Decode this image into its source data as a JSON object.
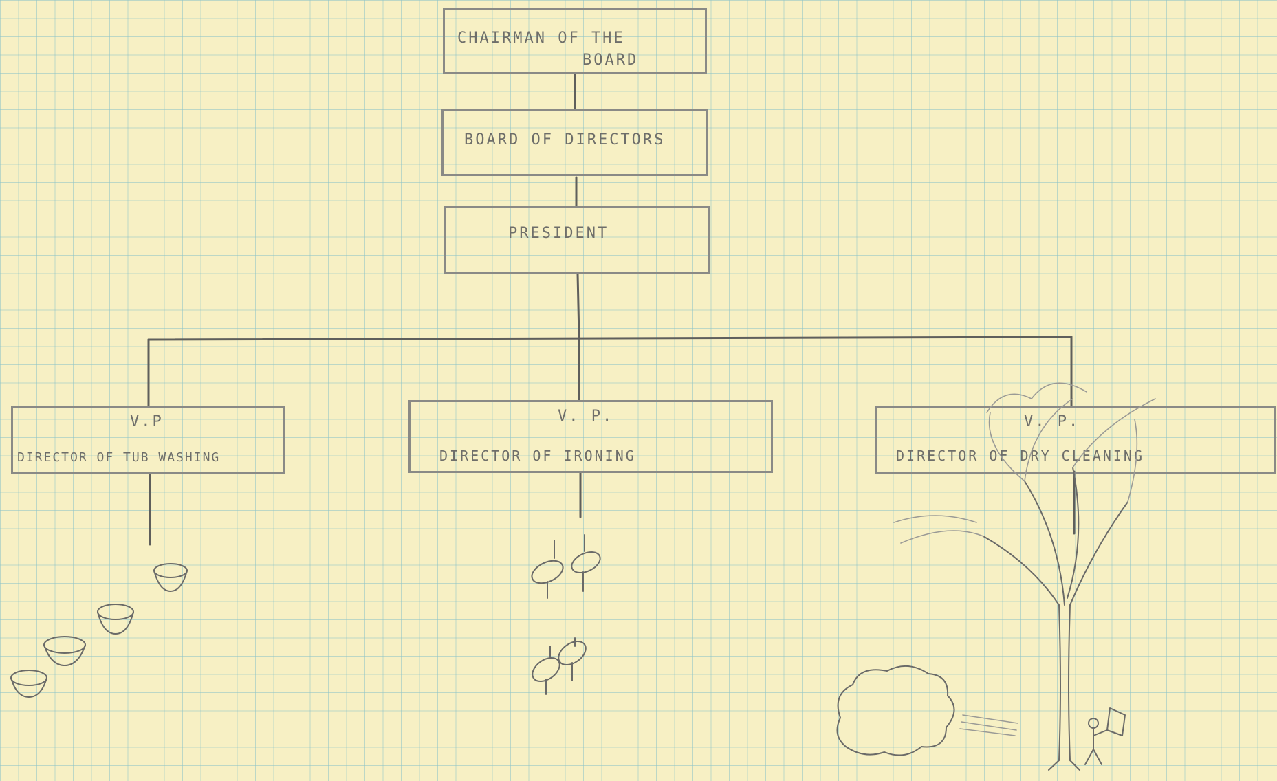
{
  "chart": {
    "boxes": {
      "chairman": {
        "line1": "CHAIRMAN OF THE",
        "line2": "BOARD"
      },
      "board": {
        "label": "BOARD OF DIRECTORS"
      },
      "president": {
        "label": "PRESIDENT"
      },
      "vp_tub": {
        "title": "V.P",
        "label": "DIRECTOR OF TUB WASHING"
      },
      "vp_ironing": {
        "title": "V. P.",
        "label": "DIRECTOR OF IRONING"
      },
      "vp_dry": {
        "title": "V. P.",
        "label": "DIRECTOR OF DRY CLEANING"
      }
    }
  },
  "colors": {
    "paper": "#f7f0c4",
    "grid": "#8cc3c8",
    "pencil": "#6e6e6a"
  }
}
